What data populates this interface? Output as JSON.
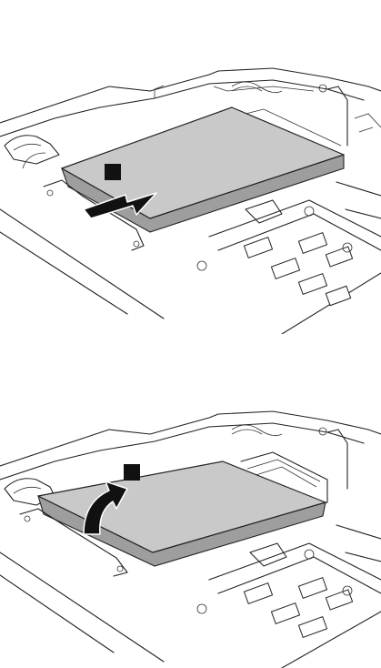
{
  "steps": [
    {
      "step_marker": "step-1",
      "arrow": "slide-left",
      "color": "#111111"
    },
    {
      "step_marker": "step-2",
      "arrow": "lift-up",
      "color": "#111111"
    }
  ],
  "colors": {
    "drive_fill": "#c9c9c9",
    "line": "#222222",
    "background": "#ffffff"
  }
}
